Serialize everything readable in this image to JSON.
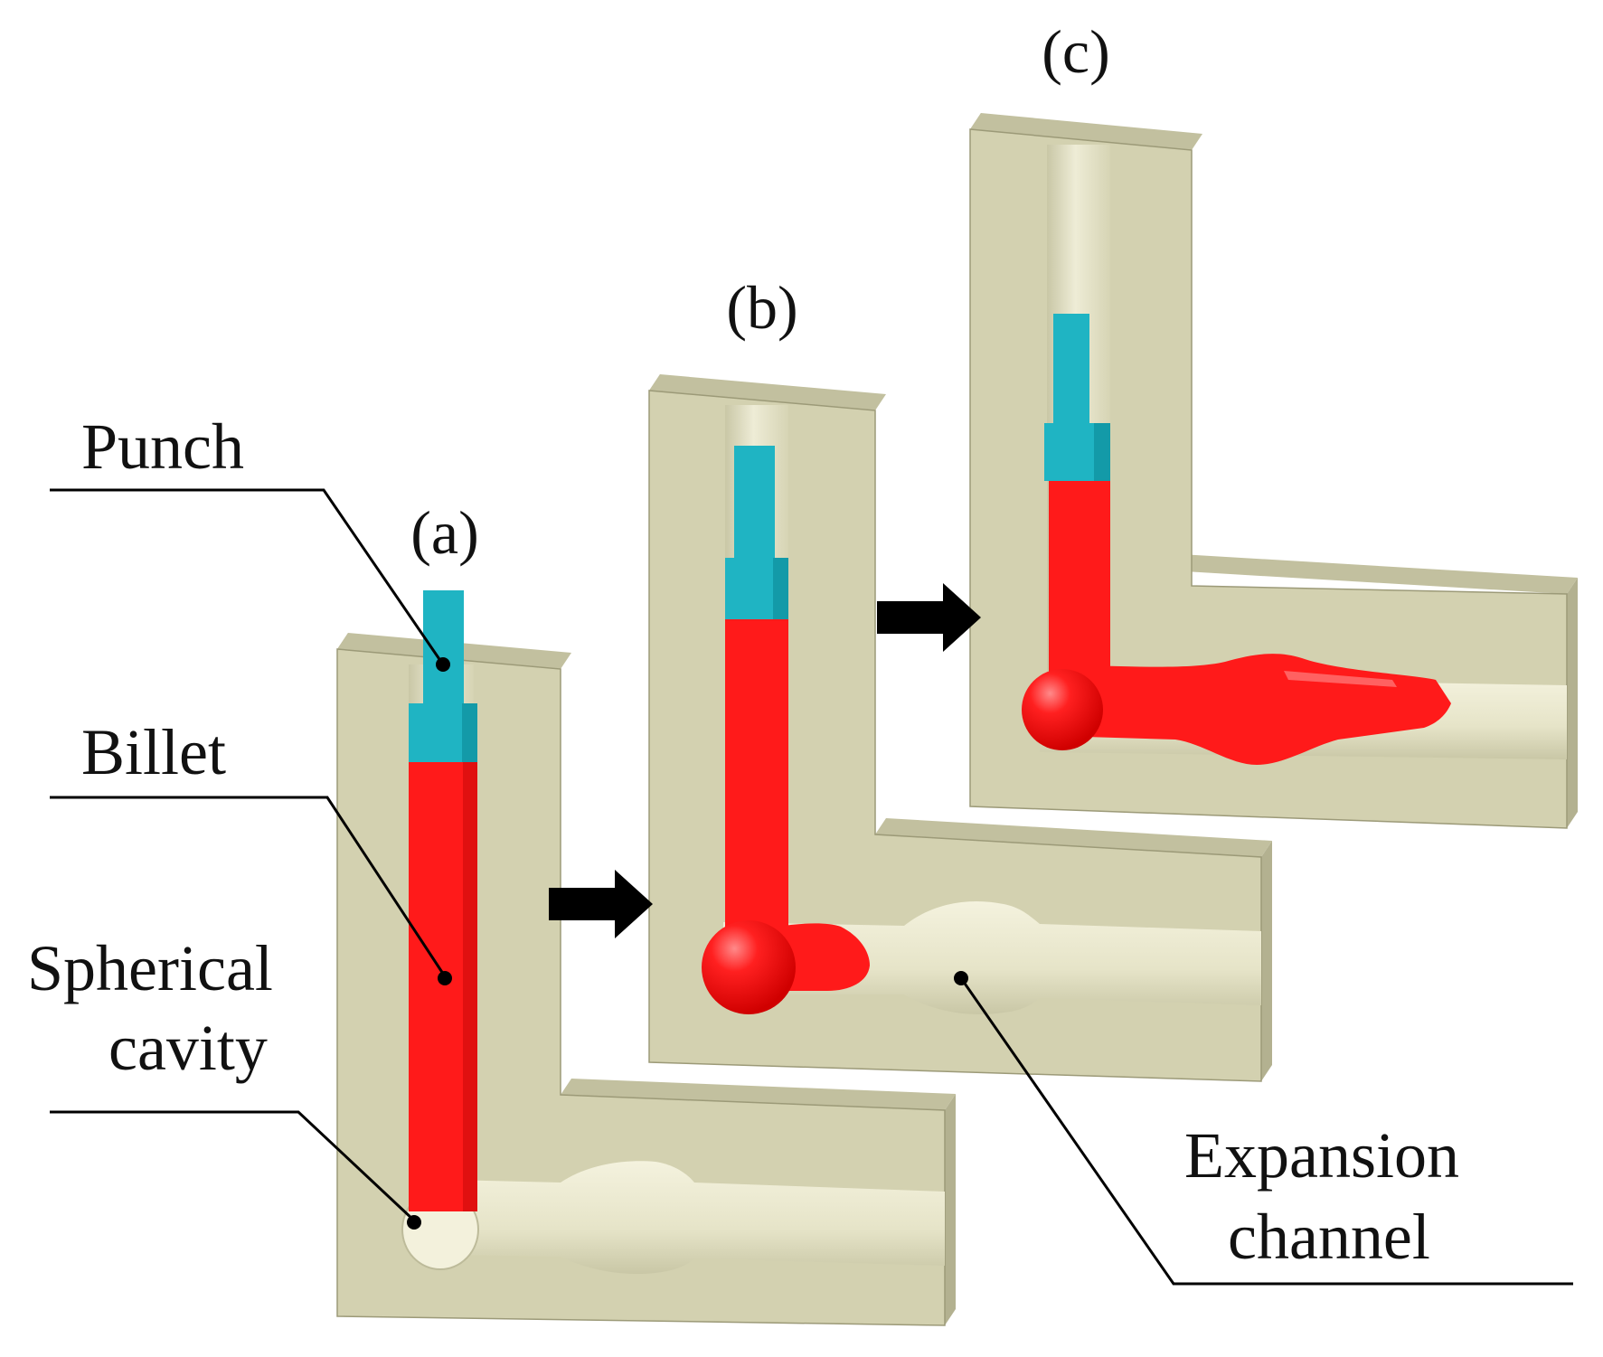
{
  "stages": [
    {
      "id": "a",
      "label": "(a)"
    },
    {
      "id": "b",
      "label": "(b)"
    },
    {
      "id": "c",
      "label": "(c)"
    }
  ],
  "callouts": {
    "punch": "Punch",
    "billet": "Billet",
    "spherical_cavity_line1": "Spherical",
    "spherical_cavity_line2": "cavity",
    "expansion_channel_line1": "Expansion",
    "expansion_channel_line2": "channel"
  },
  "colors": {
    "die_face": "#d3d1b0",
    "die_side": "#b3b190",
    "die_edge": "#8f8d6c",
    "channel": "#e9e7cf",
    "channel_shadow": "#c5c3a2",
    "billet": "#ff1a1a",
    "punch": "#1fb4c3",
    "arrow": "#000000"
  },
  "icons": [
    "arrow-right-icon",
    "arrow-right-icon"
  ]
}
